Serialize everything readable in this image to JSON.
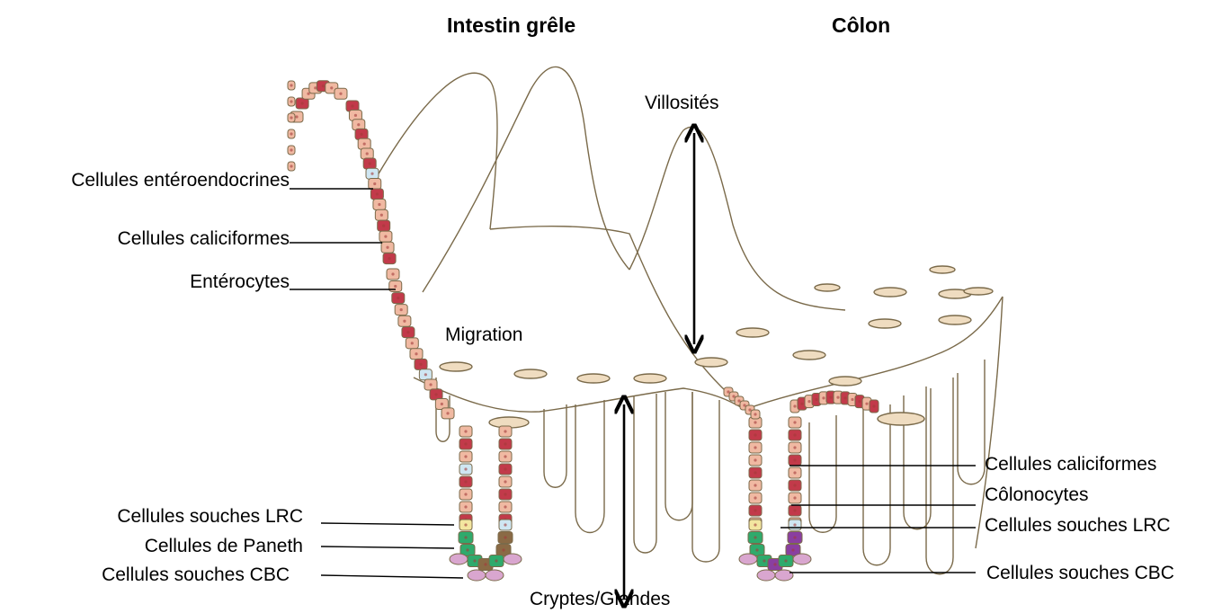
{
  "titles": {
    "small_intestine": "Intestin grêle",
    "colon": "Côlon"
  },
  "labels": {
    "villi": "Villosités",
    "migration": "Migration",
    "crypts": "Cryptes/Glandes",
    "left": {
      "enteroendocrine": "Cellules entéroendocrines",
      "goblet": "Cellules caliciformes",
      "enterocytes": "Entérocytes",
      "lrc": "Cellules souches LRC",
      "paneth": "Cellules de Paneth",
      "cbc": "Cellules souches CBC"
    },
    "right": {
      "goblet": "Cellules caliciformes",
      "colonocytes": "Côlonocytes",
      "lrc": "Cellules souches LRC",
      "cbc": "Cellules souches CBC"
    }
  },
  "colors": {
    "outline": "#7a6a4a",
    "tissue": "#ffffff",
    "enterocyte": "#f0b9a2",
    "goblet": "#c23a4a",
    "enteroendocrine": "#cfe6f2",
    "lrc": "#f3e6a0",
    "paneth": "#6bbf8c",
    "paneth_brown": "#8a6a45",
    "cbc": "#2faa6c",
    "stromal": "#d9a6cf",
    "colon_stem_purple": "#8a3fa0",
    "crypt_opening": "#efdcc0"
  }
}
